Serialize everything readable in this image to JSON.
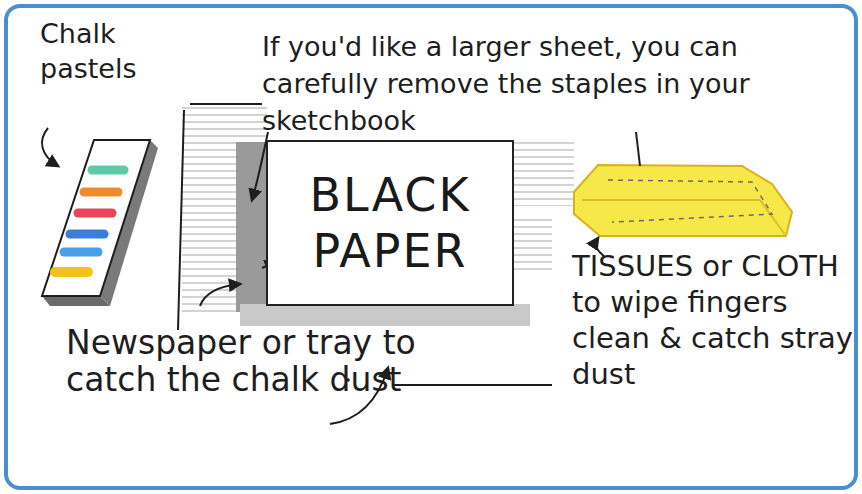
{
  "diagram": {
    "nodes": [
      {
        "text": [
          "BLACK PAPER"
        ]
      }
    ],
    "labels": [
      "Chalk pastels",
      "If you'd like a larger sheet, you can carefully remove the staples in your sketchbook",
      "Newspaper or tray to catch the chalk dust",
      "TISSUES or CLOTH to wipe fingers clean & catch stray dust"
    ]
  }
}
